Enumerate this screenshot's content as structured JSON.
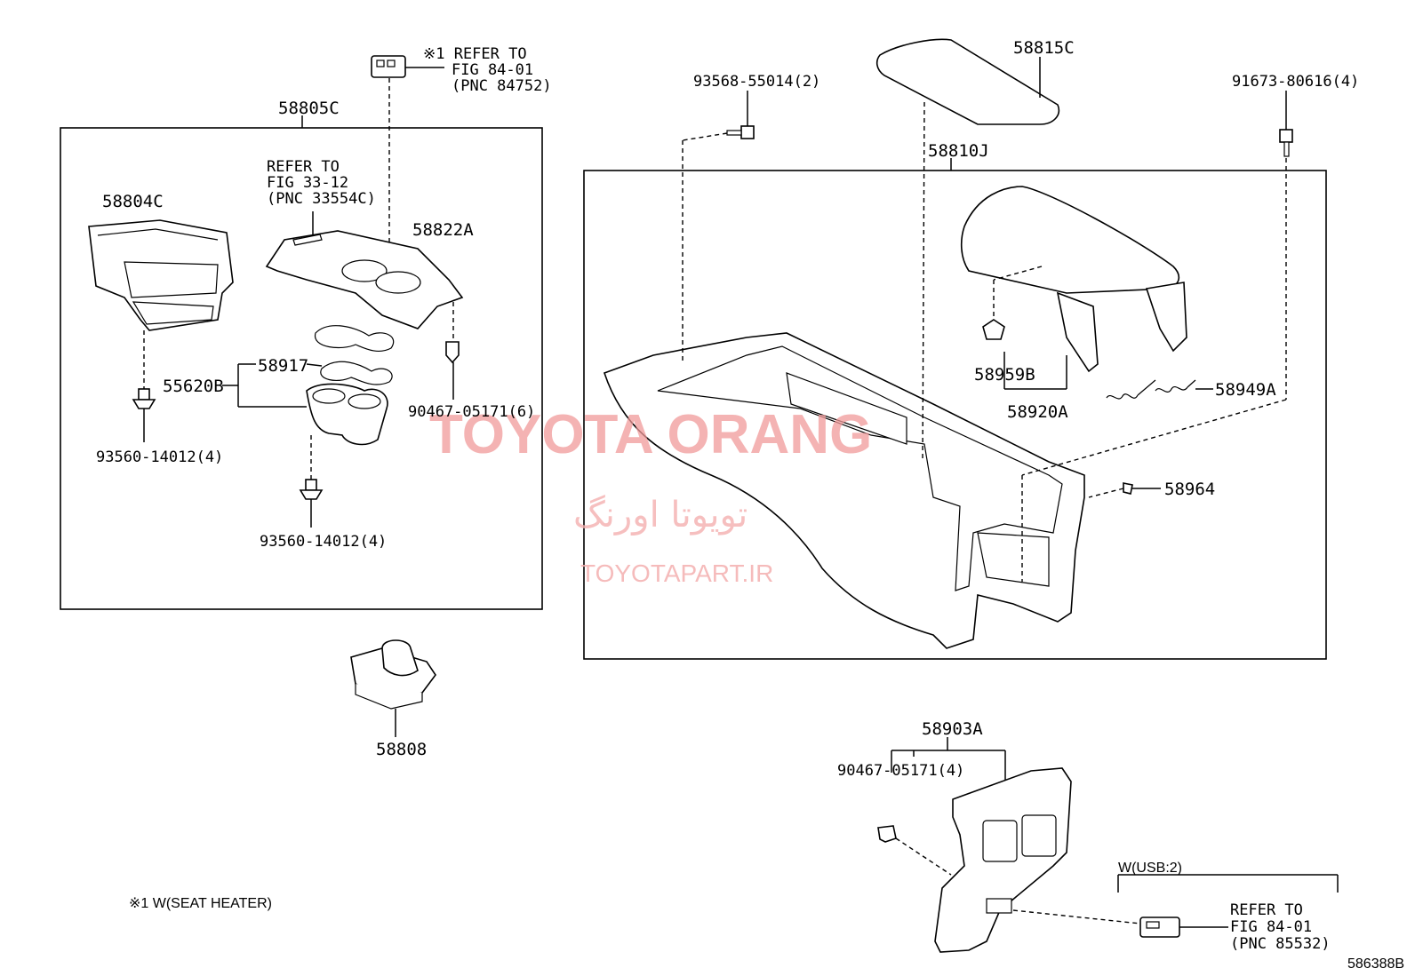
{
  "diagram": {
    "note_refer_1": [
      "※1 REFER TO",
      "FIG 84-01",
      "(PNC 84752)"
    ],
    "note_refer_2": [
      "REFER TO",
      "FIG 33-12",
      "(PNC 33554C)"
    ],
    "note_refer_3": [
      "REFER TO",
      "FIG 84-01",
      "(PNC 85532)"
    ],
    "group_left": "58805C",
    "group_right": "58810J",
    "group_bottom": "58903A",
    "usb_condition": "W(USB:2)",
    "footnote": "※1  W(SEAT HEATER)",
    "figure_code": "586388B",
    "parts": {
      "p58804C": "58804C",
      "p58822A": "58822A",
      "p55620B": "55620B",
      "p58917": "58917",
      "p90467_6": "90467-05171(6)",
      "p93560_a": "93560-14012(4)",
      "p93560_b": "93560-14012(4)",
      "p58808": "58808",
      "p93568": "93568-55014(2)",
      "p58815C": "58815C",
      "p91673": "91673-80616(4)",
      "p58959B": "58959B",
      "p58920A": "58920A",
      "p58949A": "58949A",
      "p58964": "58964",
      "p90467_4": "90467-05171(4)"
    },
    "watermark": {
      "brand": "TOYOTA ORANG",
      "persian": "تویوتا اورنگ",
      "site": "TOYOTAPART.IR"
    }
  }
}
